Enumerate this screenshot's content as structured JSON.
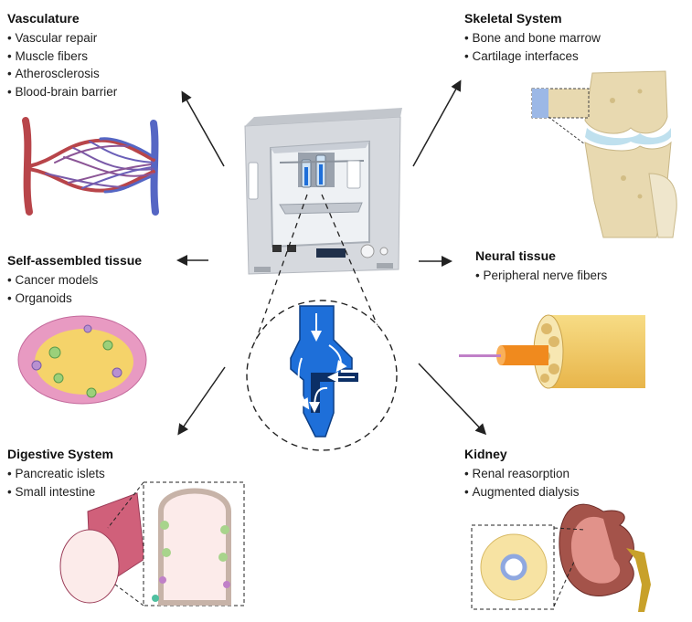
{
  "sections": {
    "vasculature": {
      "title": "Vasculature",
      "items": [
        "Vascular repair",
        "Muscle fibers",
        "Atherosclerosis",
        "Blood-brain barrier"
      ]
    },
    "skeletal": {
      "title": "Skeletal System",
      "items": [
        "Bone and bone marrow",
        "Cartilage interfaces"
      ]
    },
    "self_assembled": {
      "title": "Self-assembled tissue",
      "items": [
        "Cancer models",
        "Organoids"
      ]
    },
    "neural": {
      "title": "Neural tissue",
      "items": [
        "Peripheral nerve fibers"
      ]
    },
    "digestive": {
      "title": "Digestive System",
      "items": [
        "Pancreatic islets",
        "Small intestine"
      ]
    },
    "kidney": {
      "title": "Kidney",
      "items": [
        "Renal reasorption",
        "Augmented dialysis"
      ]
    }
  },
  "colors": {
    "arrow": "#222222",
    "printhead_blue": "#1e6fd9",
    "artery_red": "#b8454a",
    "vein_blue": "#5566c4",
    "bone": "#e8d9b0",
    "nerve": "#f2c75a",
    "tissue_yellow": "#f5d36a",
    "muscle_pink": "#d0607a",
    "kidney_brown": "#a4534a"
  }
}
